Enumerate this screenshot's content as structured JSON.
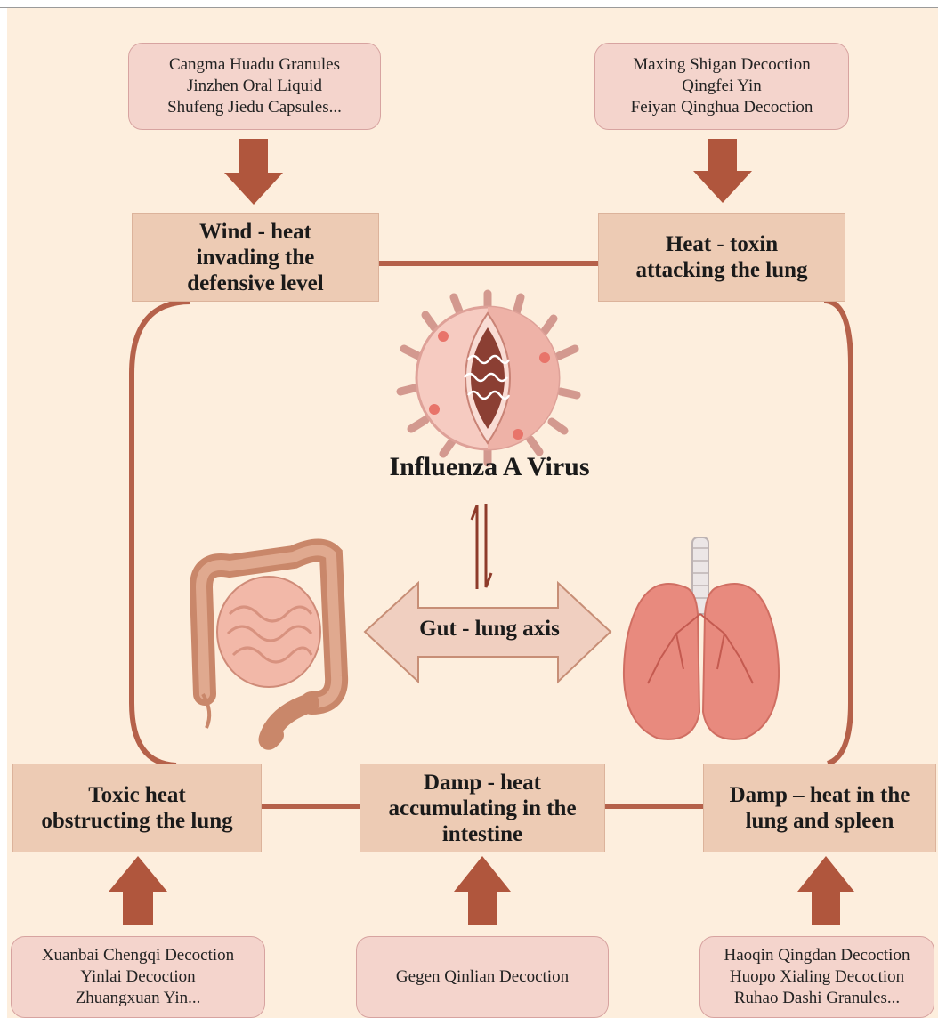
{
  "diagram": {
    "center_label": "Influenza A Virus",
    "axis_label": "Gut - lung axis",
    "stages": {
      "top_left": [
        "Wind - heat",
        "invading the",
        "defensive level"
      ],
      "top_right": [
        "Heat - toxin",
        "attacking the lung"
      ],
      "bottom_left": [
        "Toxic heat",
        "obstructing the lung"
      ],
      "bottom_center": [
        "Damp - heat",
        "accumulating in the",
        "intestine"
      ],
      "bottom_right": [
        "Damp – heat in the",
        "lung and spleen"
      ]
    },
    "herbs": {
      "top_left": [
        "Cangma Huadu Granules",
        "Jinzhen Oral Liquid",
        "Shufeng Jiedu Capsules..."
      ],
      "top_right": [
        "Maxing Shigan Decoction",
        "Qingfei Yin",
        "Feiyan Qinghua Decoction"
      ],
      "bottom_left": [
        "Xuanbai Chengqi Decoction",
        "Yinlai Decoction",
        "Zhuangxuan Yin..."
      ],
      "bottom_center": [
        "Gegen Qinlian Decoction"
      ],
      "bottom_right": [
        "Haoqin Qingdan Decoction",
        "Huopo Xialing Decoction",
        "Ruhao Dashi Granules..."
      ]
    },
    "colors": {
      "background": "#fdeedd",
      "arrow": "#b0563d",
      "connector": "#b5614a",
      "stage_fill": "#edcbb4",
      "herb_fill": "#f4d4cc"
    }
  }
}
